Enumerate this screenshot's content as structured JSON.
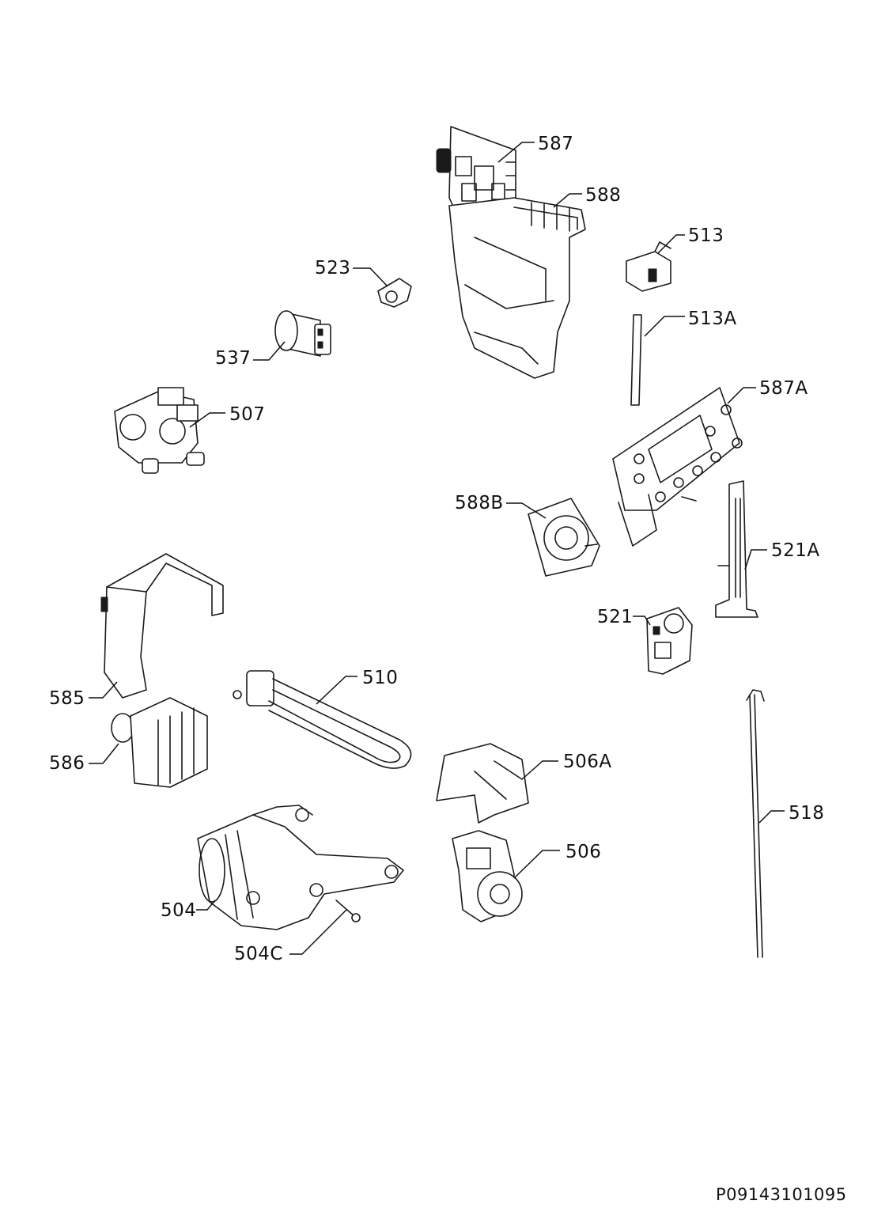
{
  "callouts": {
    "c587": "587",
    "c588": "588",
    "c513": "513",
    "c523": "523",
    "c513A": "513A",
    "c537": "537",
    "c587A": "587A",
    "c507": "507",
    "c588B": "588B",
    "c521A": "521A",
    "c521": "521",
    "c510": "510",
    "c585": "585",
    "c586": "586",
    "c506A": "506A",
    "c518": "518",
    "c506": "506",
    "c504": "504",
    "c504C": "504C"
  },
  "document_code": "P09143101095",
  "colors": {
    "line": "#1a1a1a",
    "background": "#ffffff"
  }
}
